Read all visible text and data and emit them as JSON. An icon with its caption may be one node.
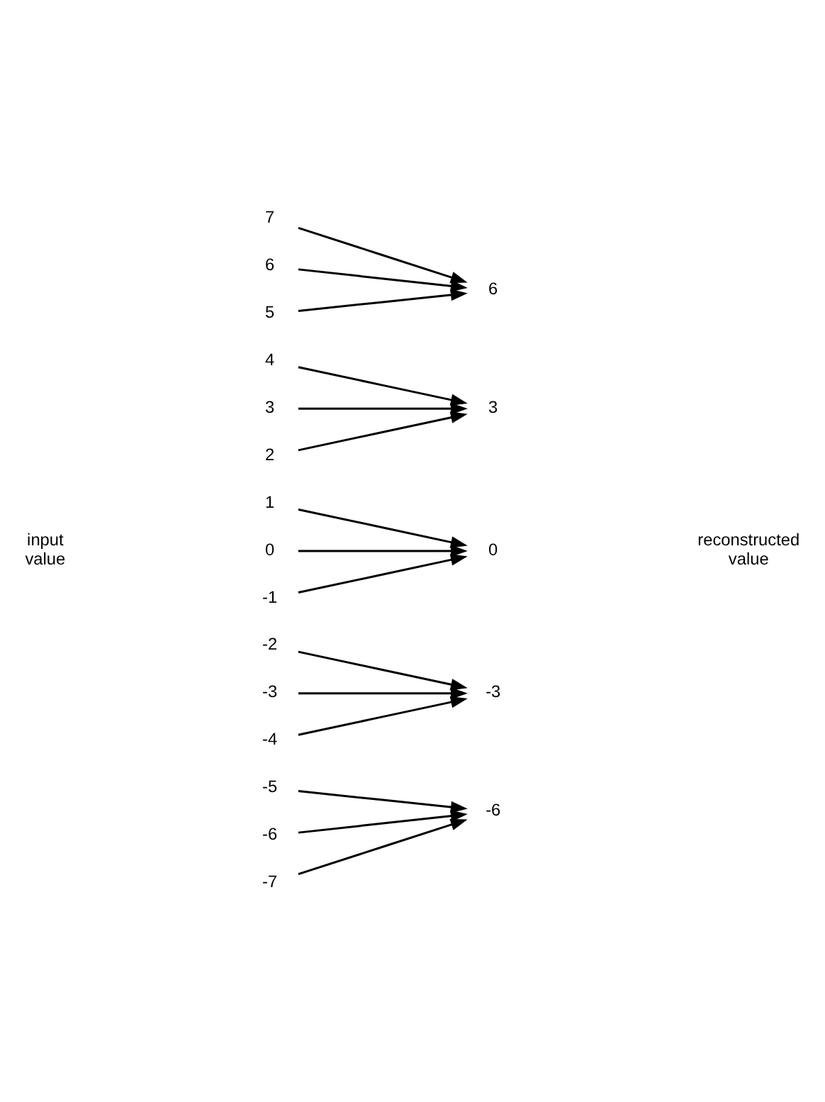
{
  "diagram": {
    "nodes": [
      {
        "text": [
          "7"
        ]
      },
      {
        "text": [
          "6"
        ]
      },
      {
        "text": [
          "5"
        ]
      },
      {
        "text": [
          "4"
        ]
      },
      {
        "text": [
          "3"
        ]
      },
      {
        "text": [
          "2"
        ]
      },
      {
        "text": [
          "1"
        ]
      },
      {
        "text": [
          "0"
        ]
      },
      {
        "text": [
          "-1"
        ]
      },
      {
        "text": [
          "-2"
        ]
      },
      {
        "text": [
          "-3"
        ]
      },
      {
        "text": [
          "-4"
        ]
      },
      {
        "text": [
          "-5"
        ]
      },
      {
        "text": [
          "-6"
        ]
      },
      {
        "text": [
          "-7"
        ]
      },
      {
        "text": [
          "6"
        ]
      },
      {
        "text": [
          "3"
        ]
      },
      {
        "text": [
          "0"
        ]
      },
      {
        "text": [
          "-3"
        ]
      },
      {
        "text": [
          "-6"
        ]
      }
    ],
    "edges": [
      {
        "from": 0,
        "to": 15,
        "arrow": "to"
      },
      {
        "from": 1,
        "to": 15,
        "arrow": "to"
      },
      {
        "from": 2,
        "to": 15,
        "arrow": "to"
      },
      {
        "from": 3,
        "to": 16,
        "arrow": "to"
      },
      {
        "from": 4,
        "to": 16,
        "arrow": "to"
      },
      {
        "from": 5,
        "to": 16,
        "arrow": "to"
      },
      {
        "from": 6,
        "to": 17,
        "arrow": "to"
      },
      {
        "from": 7,
        "to": 17,
        "arrow": "to"
      },
      {
        "from": 8,
        "to": 17,
        "arrow": "to"
      },
      {
        "from": 9,
        "to": 18,
        "arrow": "to"
      },
      {
        "from": 10,
        "to": 18,
        "arrow": "to"
      },
      {
        "from": 11,
        "to": 18,
        "arrow": "to"
      },
      {
        "from": 12,
        "to": 19,
        "arrow": "to"
      },
      {
        "from": 13,
        "to": 19,
        "arrow": "to"
      },
      {
        "from": 14,
        "to": 19,
        "arrow": "to"
      }
    ],
    "labels": [
      "input value",
      "reconstructed value"
    ]
  }
}
